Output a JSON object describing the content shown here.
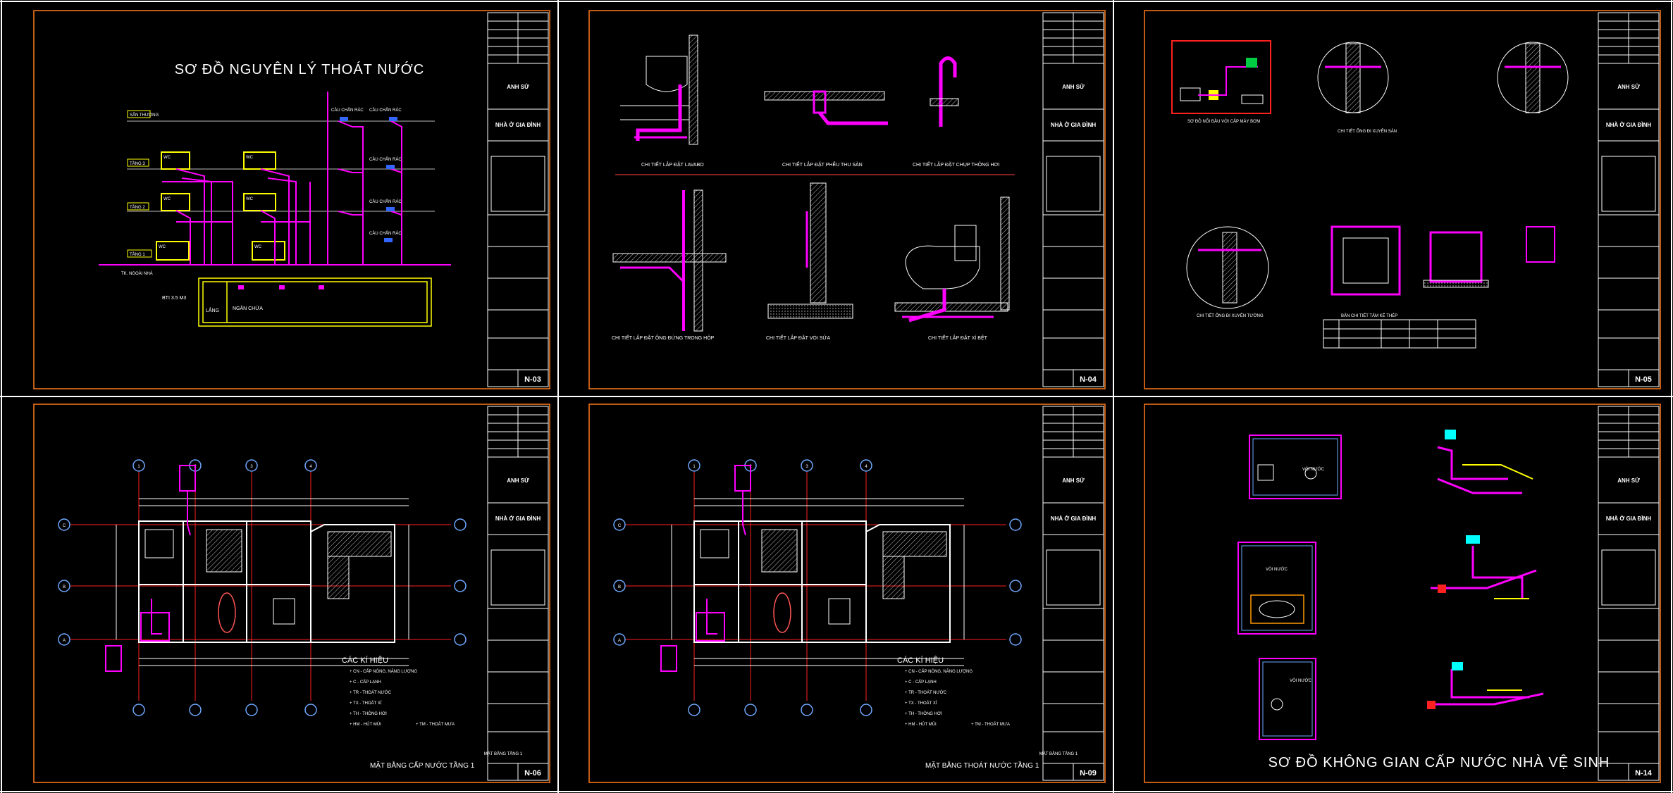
{
  "sheets": [
    {
      "id": "n03",
      "number": "N-03",
      "title": "SƠ ĐỒ NGUYÊN LÝ THOÁT NƯỚC"
    },
    {
      "id": "n04",
      "number": "N-04",
      "title": ""
    },
    {
      "id": "n05",
      "number": "N-05",
      "title": ""
    },
    {
      "id": "n06",
      "number": "N-06",
      "title": "MẶT BẰNG CẤP NƯỚC TẦNG 1"
    },
    {
      "id": "n09",
      "number": "N-09",
      "title": "MẶT BẰNG THOÁT NƯỚC TẦNG 1"
    },
    {
      "id": "n14",
      "number": "N-14",
      "title": "SƠ ĐỒ KHÔNG GIAN CẤP NƯỚC NHÀ VỆ SINH"
    }
  ],
  "title_block": {
    "field_1": "ANH SỬ",
    "field_2": "NHÀ Ở GIA ĐÌNH",
    "bottom_label_n06": "MẶT BẰNG TẦNG 1"
  },
  "n03": {
    "left_labels": [
      "SÂN THƯỢNG",
      "TẦNG 3",
      "TẦNG 2",
      "TẦNG 1"
    ],
    "ground_label": "TK. NGOÀI NHÀ",
    "tank_capacity": "BTI 3.5 M3",
    "tank_part_1": "LẮNG",
    "tank_part_2": "NGĂN CHỨA",
    "wc_tags": [
      "WC",
      "WC",
      "WC",
      "WC",
      "WC",
      "WC"
    ],
    "riser_tags": [
      "CẦU CHẮN RÁC",
      "CẦU CHẮN RÁC",
      "CẦU CHẮN RÁC",
      "CẦU CHẮN RÁC",
      "CẦU CHẮN RÁC"
    ]
  },
  "n04": {
    "captions": [
      "CHI TIẾT LẮP ĐẶT LAVABO",
      "CHI TIẾT LẮP ĐẶT PHỄU THU SÀN",
      "CHI TIẾT LẮP ĐẶT CHỤP THÔNG HƠI",
      "CHI TIẾT LẮP ĐẶT ỐNG ĐỨNG TRONG HỘP",
      "CHI TIẾT LẮP ĐẶT VÒI SỬA",
      "CHI TIẾT LẮP ĐẶT XÍ BỆT"
    ]
  },
  "n05": {
    "captions": [
      "SƠ ĐỒ NỐI ĐẦU VỚI CẤP MÁY BƠM",
      "CHI TIẾT ỐNG ĐI XUYÊN SÀN",
      "CHI TIẾT ỐNG ĐI XUYÊN TƯỜNG",
      "BẢN CHI TIẾT TẤM KẾ THÉP"
    ]
  },
  "legend": {
    "heading": "CÁC KÍ HIỆU",
    "items": [
      "+ CN  - CẤP NÓNG, NĂNG LƯỢNG",
      "+ C    - CẤP LẠNH",
      "+ TR   - THOÁT NƯỚC",
      "+ TX   - THOÁT XÍ",
      "+ TH   - THÔNG HƠI"
    ],
    "last_a": "+ HM  - HÚT MÙI",
    "last_b": "+ TM  - THOÁT MƯA"
  },
  "grid_axes": {
    "numbers": [
      "1",
      "2",
      "3",
      "4"
    ],
    "letters": [
      "C",
      "B",
      "A"
    ]
  },
  "n14": {
    "fixture_label_1": "VÒI NƯỚC",
    "fixture_label_2": "VÒI NƯỚC",
    "fixture_label_3": "VÒI NƯỚC"
  },
  "colors": {
    "frame": "#ff7a1a",
    "magenta": "#ff00ff",
    "yellow": "#ffff00",
    "cyan": "#00ffff",
    "white": "#ffffff",
    "red": "#ff2020"
  }
}
